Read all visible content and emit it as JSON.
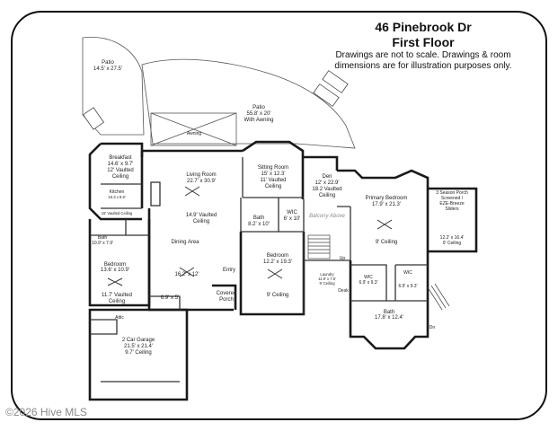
{
  "header": {
    "address": "46 Pinebrook Dr",
    "floor": "First Floor",
    "disclaimer_line1": "Drawings are not to scale. Drawings & room",
    "disclaimer_line2": "dimensions are for illustration purposes only."
  },
  "watermark": "©2026 Hive MLS",
  "rooms": {
    "patio_small": {
      "name": "Patio",
      "dims": "14.5' x 27.5'"
    },
    "patio_large": {
      "name": "Patio",
      "dims": "55.8' x 20'",
      "note": "With Awning"
    },
    "awning": {
      "name": "Awning"
    },
    "breakfast": {
      "name": "Breakfast",
      "dims": "14.6' x 9.7'",
      "note1": "12' Vaulted",
      "note2": "Ceiling"
    },
    "kitchen": {
      "name": "Kitchen",
      "dims": "15.3 x 8.9'",
      "note": "15' Vaulted Ceiling"
    },
    "living_room": {
      "name": "Living Room",
      "dims": "22.7' x 30.9'",
      "note1": "14.9' Vaulted",
      "note2": "Ceiling"
    },
    "sitting_room": {
      "name": "Sitting Room",
      "dims": "15' x 12.3'",
      "note1": "11' Vaulted",
      "note2": "Ceiling"
    },
    "den": {
      "name": "Den",
      "dims": "12' x 22.9'",
      "note1": "18.2 Vaulted",
      "note2": "Ceiling"
    },
    "primary_bedroom": {
      "name": "Primary Bedroom",
      "dims": "17.9' x 21.3'",
      "note": "9' Ceiling"
    },
    "season_porch": {
      "name": "3 Season Porch",
      "line2": "Screened /",
      "line3": "EZE-Breeze",
      "line4": "Sliders",
      "dims": "12.2' x 16.4'",
      "note": "9' Ceiling"
    },
    "bath_small": {
      "name": "Bath",
      "dims": "10.9' x 7.9'"
    },
    "bedroom_left": {
      "name": "Bedroom",
      "dims": "13.6' x 10.9'",
      "note1": "11.7' Vaulted",
      "note2": "Ceiling"
    },
    "closet_left": {
      "dims": "6.9' x 5'"
    },
    "dining_area": {
      "name": "Dining Area",
      "dims": "16.2' x 12'"
    },
    "entry": {
      "name": "Entry"
    },
    "covered_porch": {
      "name": "Covered",
      "name2": "Porch"
    },
    "bath_center": {
      "name": "Bath",
      "dims": "8.2' x 10'"
    },
    "wic_center": {
      "name": "WIC",
      "dims": "6' x 10'"
    },
    "balcony_above": {
      "name": "Balcony Above"
    },
    "bedroom_center": {
      "name": "Bedroom",
      "dims": "12.2' x 19.3'",
      "note": "9' Ceiling"
    },
    "laundry": {
      "name": "Laundry",
      "dims": "11.9' x 7.5'",
      "note": "9' Ceiling"
    },
    "up_label": {
      "name": "Up"
    },
    "desk": {
      "name": "Desk"
    },
    "wic_left": {
      "name": "WIC",
      "dims": "6.9' x 9.3'"
    },
    "wic_right": {
      "name": "WIC",
      "dims": "6.9' x 9.3'"
    },
    "bath_primary": {
      "name": "Bath",
      "dims": "17.8' x 12.4'"
    },
    "dn_label": {
      "name": "Dn"
    },
    "attic": {
      "name": "Attic"
    },
    "garage": {
      "name": "2 Car Garage",
      "dims": "21.5' x 21.4'",
      "note": "9.7' Ceiling"
    }
  }
}
